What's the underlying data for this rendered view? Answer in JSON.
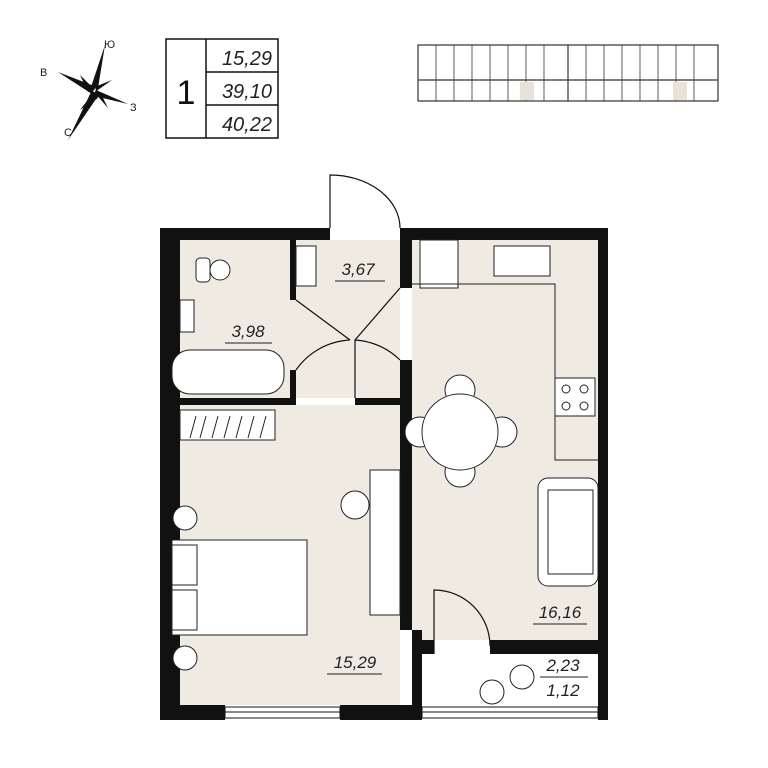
{
  "compass": {
    "north": "С",
    "south": "Ю",
    "east": "В",
    "west": "З"
  },
  "apartment": {
    "rooms_count": "1",
    "living_area": "15,29",
    "total_area": "39,10",
    "total_area_with_balcony": "40,22"
  },
  "rooms": [
    {
      "name": "hallway",
      "area": "3,67"
    },
    {
      "name": "bathroom",
      "area": "3,98"
    },
    {
      "name": "kitchen",
      "area": "16,16"
    },
    {
      "name": "bedroom",
      "area": "15,29"
    },
    {
      "name": "balcony",
      "area": "2,23",
      "reduced_area": "1,12"
    }
  ],
  "colors": {
    "floor": "#efebe3",
    "wall": "#111111",
    "highlight": "#e8e3d6"
  }
}
